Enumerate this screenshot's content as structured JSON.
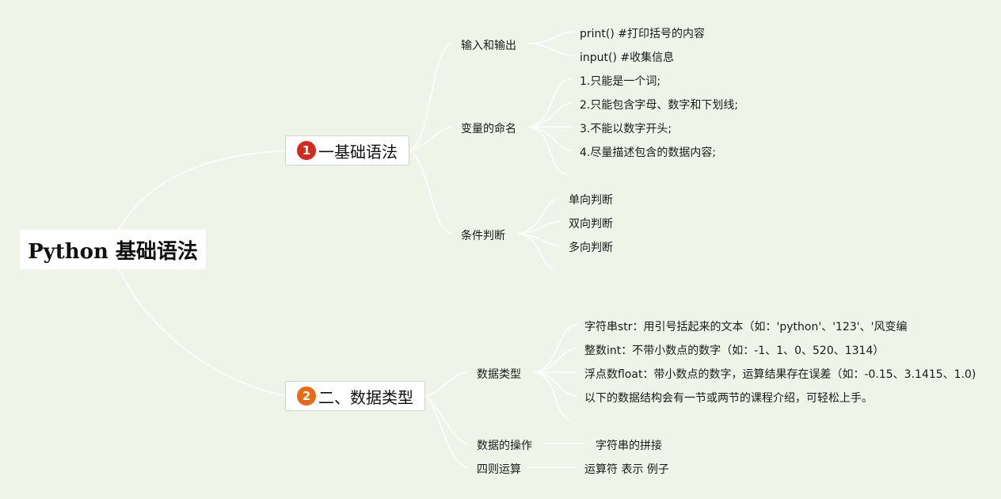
{
  "root": {
    "title": "Python 基础语法"
  },
  "branches": [
    {
      "badge": "1",
      "label": "一基础语法",
      "badge_color": "#d9281b"
    },
    {
      "badge": "2",
      "label": "二、数据类型",
      "badge_color": "#ea6a12"
    }
  ],
  "topics": {
    "io": {
      "label": "输入和输出",
      "items": [
        "print() #打印括号的内容",
        "input() #收集信息"
      ]
    },
    "naming": {
      "label": "变量的命名",
      "items": [
        "1.只能是一个词;",
        "2.只能包含字母、数字和下划线;",
        "3.不能以数字开头;",
        "4.尽量描述包含的数据内容;"
      ]
    },
    "condition": {
      "label": "条件判断",
      "items": [
        "单向判断",
        "双向判断",
        "多向判断"
      ]
    },
    "types": {
      "label": "数据类型",
      "items": [
        "字符串str：用引号括起来的文本（如：'python'、'123'、'风变编",
        "整数int：不带小数点的数字（如：-1、1、0、520、1314）",
        "浮点数float：带小数点的数字，运算结果存在误差（如：-0.15、3.1415、1.0)",
        "以下的数据结构会有一节或两节的课程介绍，可轻松上手。"
      ]
    },
    "ops": {
      "label": "数据的操作",
      "items": [
        "字符串的拼接"
      ]
    },
    "arith": {
      "label": "四则运算",
      "items": [
        "运算符 表示 例子"
      ]
    }
  },
  "colors": {
    "background": "#eef5e8",
    "connector": "#ffffff"
  }
}
